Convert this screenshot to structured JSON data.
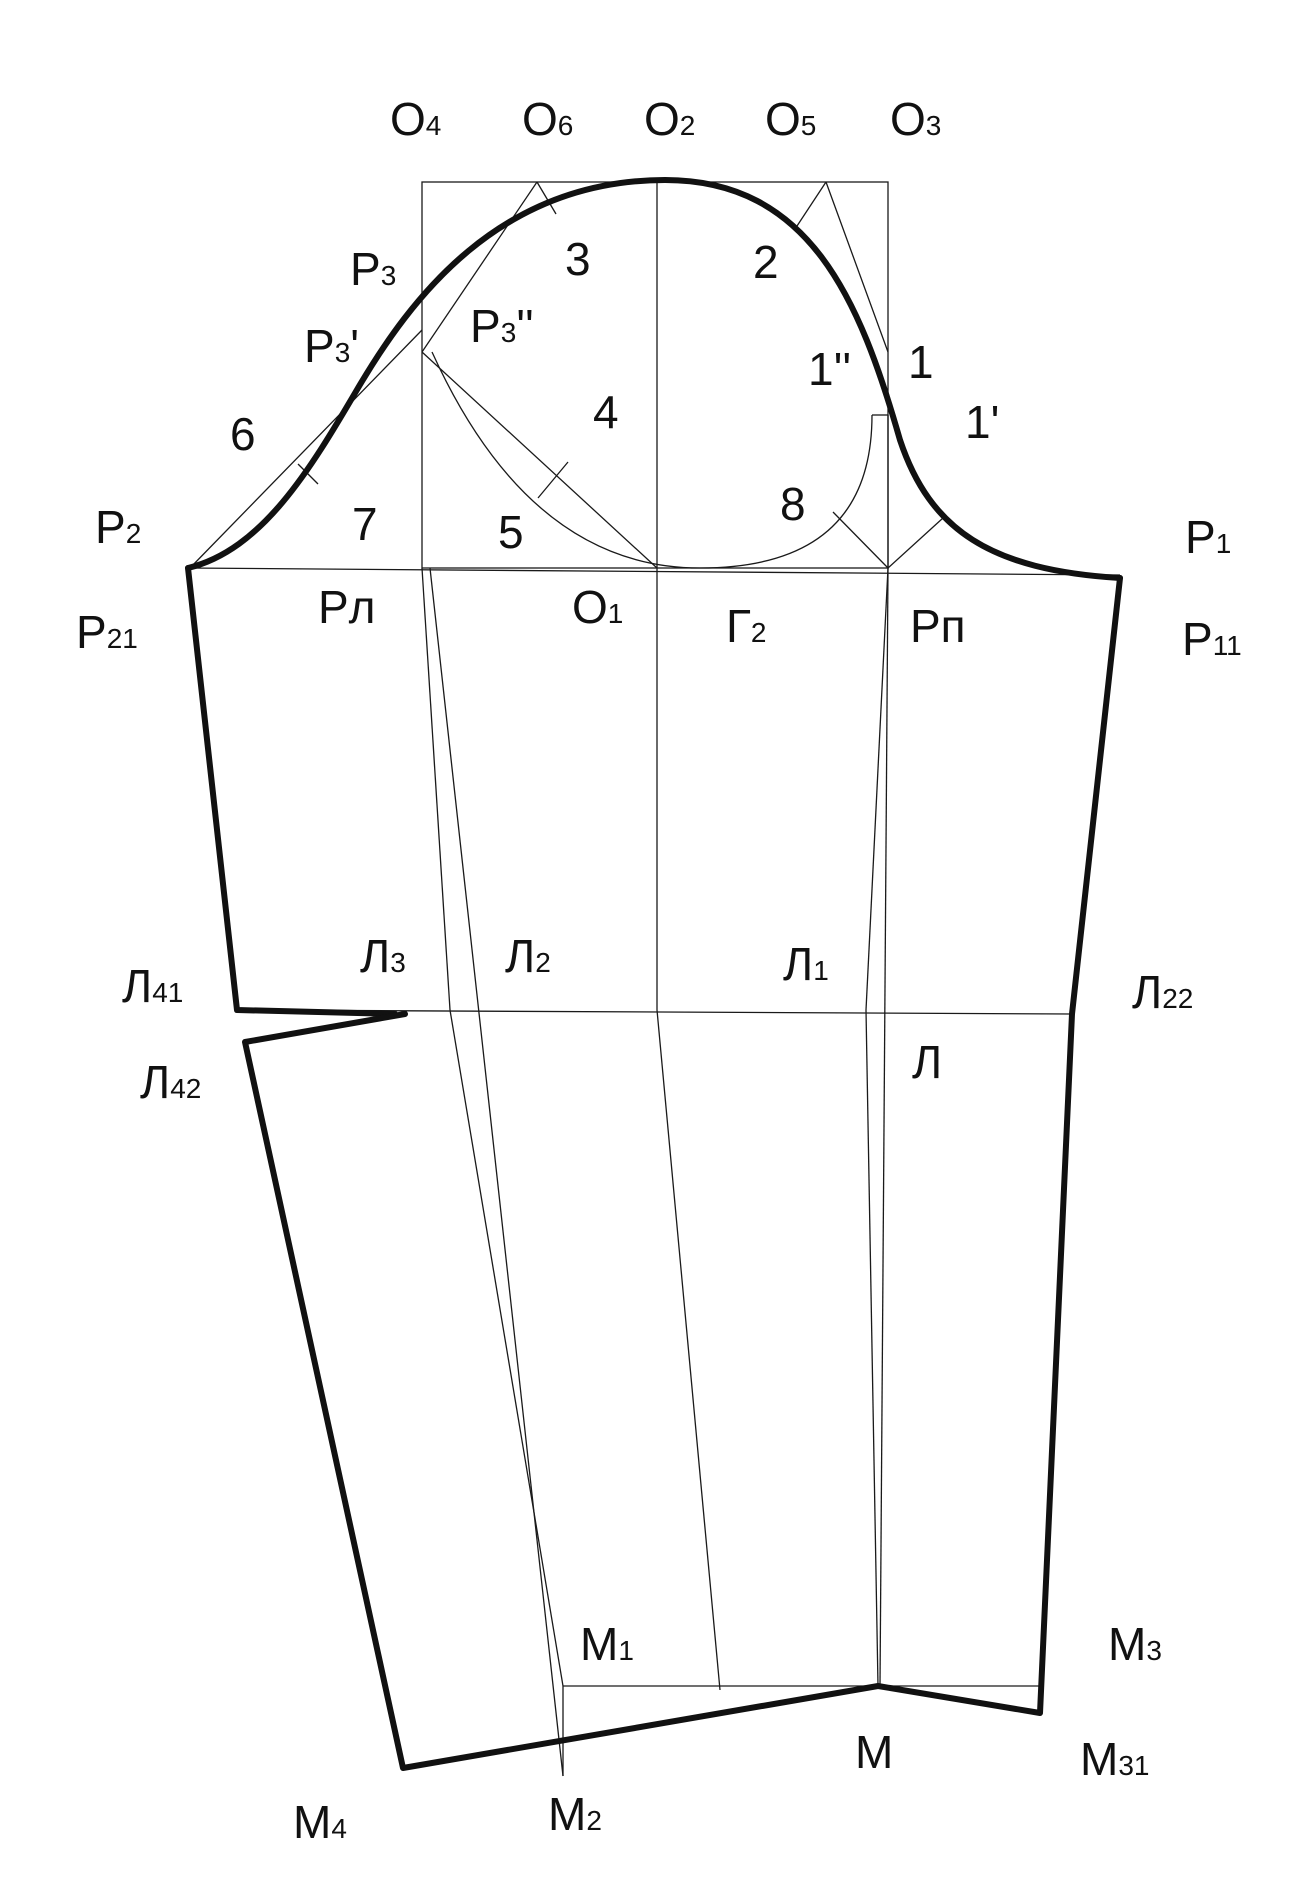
{
  "labels": {
    "O4": {
      "base": "O",
      "sub": "4"
    },
    "O6": {
      "base": "O",
      "sub": "6"
    },
    "O2": {
      "base": "O",
      "sub": "2"
    },
    "O5": {
      "base": "O",
      "sub": "5"
    },
    "O3": {
      "base": "O",
      "sub": "3"
    },
    "P3": {
      "base": "Р",
      "sub": "3"
    },
    "P3p": {
      "base": "Р",
      "sub": "3",
      "suffix": "'"
    },
    "P3pp": {
      "base": "Р",
      "sub": "3",
      "suffix": "''"
    },
    "P2": {
      "base": "Р",
      "sub": "2"
    },
    "P1": {
      "base": "Р",
      "sub": "1"
    },
    "P21": {
      "base": "Р",
      "sub": "21"
    },
    "P11": {
      "base": "Р",
      "sub": "11"
    },
    "Pl": {
      "base": "Рл"
    },
    "Pp": {
      "base": "Рп"
    },
    "O1": {
      "base": "О",
      "sub": "1"
    },
    "G2": {
      "base": "Г",
      "sub": "2"
    },
    "L41": {
      "base": "Л",
      "sub": "41"
    },
    "L42": {
      "base": "Л",
      "sub": "42"
    },
    "L3": {
      "base": "Л",
      "sub": "3"
    },
    "L2": {
      "base": "Л",
      "sub": "2"
    },
    "L1": {
      "base": "Л",
      "sub": "1"
    },
    "L22": {
      "base": "Л",
      "sub": "22"
    },
    "L": {
      "base": "Л"
    },
    "M1": {
      "base": "М",
      "sub": "1"
    },
    "M3": {
      "base": "М",
      "sub": "3"
    },
    "M": {
      "base": "М"
    },
    "M31": {
      "base": "М",
      "sub": "31"
    },
    "M4": {
      "base": "М",
      "sub": "4"
    },
    "M2": {
      "base": "М",
      "sub": "2"
    }
  },
  "numbers": {
    "n1": "1",
    "n1p": "1'",
    "n1pp": "1''",
    "n2": "2",
    "n3": "3",
    "n4": "4",
    "n5": "5",
    "n6": "6",
    "n7": "7",
    "n8": "8"
  }
}
